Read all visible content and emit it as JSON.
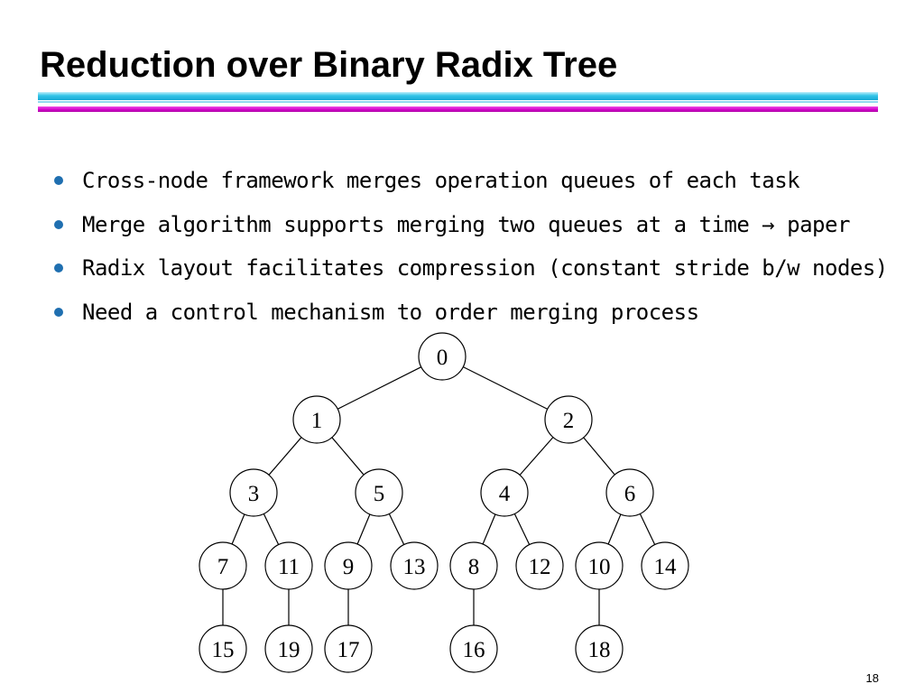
{
  "slide": {
    "title": "Reduction over Binary Radix Tree",
    "page_number": "18"
  },
  "bullets": [
    "Cross-node framework merges operation queues of each task",
    "Merge algorithm supports merging two queues at a time → paper",
    "Radix layout facilitates compression (constant stride b/w nodes)",
    "Need a control mechanism to order merging process"
  ],
  "colors": {
    "title_text": "#000000",
    "rule_cyan": "#17a9d4",
    "rule_magenta": "#d000c8",
    "bullet_dot": "#1f6fb0"
  },
  "tree": {
    "nodes": [
      "0",
      "1",
      "2",
      "3",
      "5",
      "4",
      "6",
      "7",
      "11",
      "9",
      "13",
      "8",
      "12",
      "10",
      "14",
      "15",
      "19",
      "17",
      "16",
      "18"
    ],
    "edges": [
      [
        "0",
        "1"
      ],
      [
        "0",
        "2"
      ],
      [
        "1",
        "3"
      ],
      [
        "1",
        "5"
      ],
      [
        "2",
        "4"
      ],
      [
        "2",
        "6"
      ],
      [
        "3",
        "7"
      ],
      [
        "3",
        "11"
      ],
      [
        "5",
        "9"
      ],
      [
        "5",
        "13"
      ],
      [
        "4",
        "8"
      ],
      [
        "4",
        "12"
      ],
      [
        "6",
        "10"
      ],
      [
        "6",
        "14"
      ],
      [
        "7",
        "15"
      ],
      [
        "11",
        "19"
      ],
      [
        "9",
        "17"
      ],
      [
        "8",
        "16"
      ],
      [
        "10",
        "18"
      ]
    ]
  }
}
